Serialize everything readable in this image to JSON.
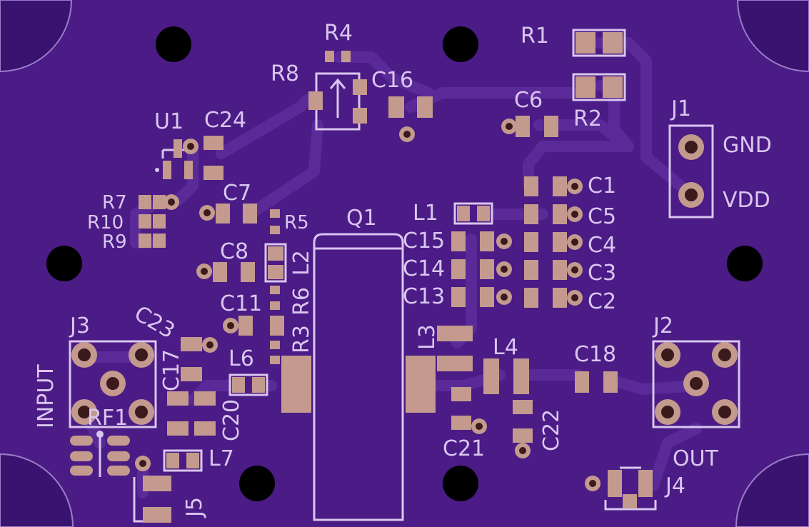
{
  "colors": {
    "board": "#4b1b86",
    "copper_pour": "#3f1378",
    "trace": "#5a2b98",
    "pad": "#c39a8d",
    "silkscreen": "#d9c6ef",
    "hole": "#000000"
  },
  "labels": {
    "r4": "R4",
    "r8": "R8",
    "r1": "R1",
    "r2": "R2",
    "c16": "C16",
    "c6": "C6",
    "u1": "U1",
    "c24": "C24",
    "j1": "J1",
    "gnd": "GND",
    "vdd": "VDD",
    "c1": "C1",
    "c5": "C5",
    "c4": "C4",
    "c3": "C3",
    "c2": "C2",
    "r7": "R7",
    "r10": "R10",
    "r9": "R9",
    "c7": "C7",
    "r5": "R5",
    "q1": "Q1",
    "l1": "L1",
    "c15": "C15",
    "c14": "C14",
    "c13": "C13",
    "c8": "C8",
    "l2": "L2",
    "r6": "R6",
    "c11": "C11",
    "r3": "R3",
    "j3": "J3",
    "c23": "C23",
    "c17": "C17",
    "l6": "L6",
    "l3": "L3",
    "l4": "L4",
    "c18": "C18",
    "j2": "J2",
    "input": "INPUT",
    "rf1": "RF1",
    "c20": "C20",
    "l7": "L7",
    "c21": "C21",
    "c22": "C22",
    "out": "OUT",
    "j4": "J4",
    "j5": "J5"
  }
}
